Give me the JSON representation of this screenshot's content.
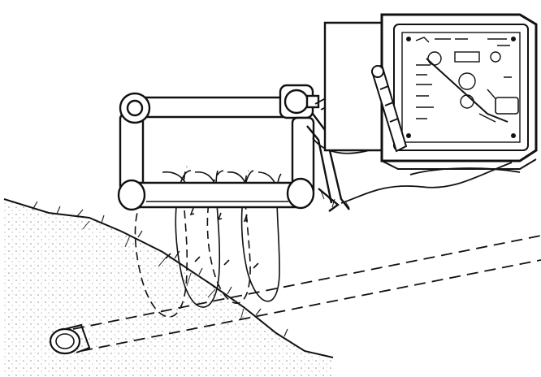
{
  "illustration": {
    "kind": "line-drawing",
    "colors": {
      "ink": "#111111",
      "paper": "#ffffff"
    },
    "parts": [
      "pipe-locator-search-coil",
      "receiver-display-unit",
      "connecting-cable",
      "magnetic-field-lines",
      "ground-surface",
      "buried-pipe"
    ]
  }
}
